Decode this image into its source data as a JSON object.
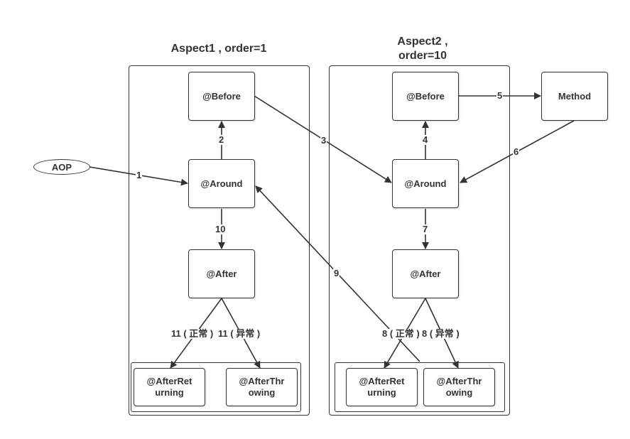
{
  "aspect1": {
    "title": "Aspect1 , order=1",
    "before": "@Before",
    "around": "@Around",
    "after": "@After",
    "after_returning": "@AfterRet urning",
    "after_throwing": "@AfterThr owing"
  },
  "aspect2": {
    "title_line1": "Aspect2 ,",
    "title_line2": "order=10",
    "before": "@Before",
    "around": "@Around",
    "after": "@After",
    "after_returning": "@AfterRet urning",
    "after_throwing": "@AfterThr owing"
  },
  "aop": "AOP",
  "method": "Method",
  "edges": {
    "e1": "1",
    "e2": "2",
    "e3": "3",
    "e4": "4",
    "e5": "5",
    "e6": "6",
    "e7": "7",
    "e8_normal": "8 ( 正常 )",
    "e8_exception": "8 ( 异常 )",
    "e9": "9",
    "e10": "10",
    "e11_normal": "11 ( 正常 )",
    "e11_exception": "11 ( 异常 )"
  }
}
